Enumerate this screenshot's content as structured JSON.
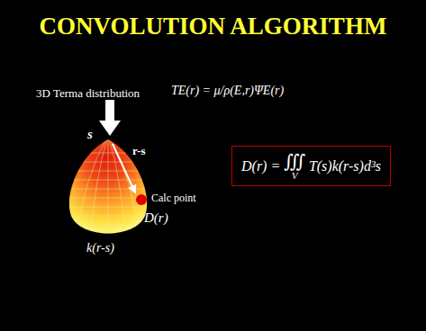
{
  "diagram": {
    "title": "CONVOLUTION ALGORITHM",
    "nodes": [
      {
        "text": [
          "D(r) =",
          "∭",
          "V",
          "T(s)k(r-s)d³s"
        ]
      }
    ],
    "labels": [
      "3D Terma distribution",
      "TE(r) = μ/ρ(E,r)ΨE(r)",
      "s",
      "r-s",
      "Calc point",
      "D(r)",
      "k(r-s)"
    ]
  }
}
